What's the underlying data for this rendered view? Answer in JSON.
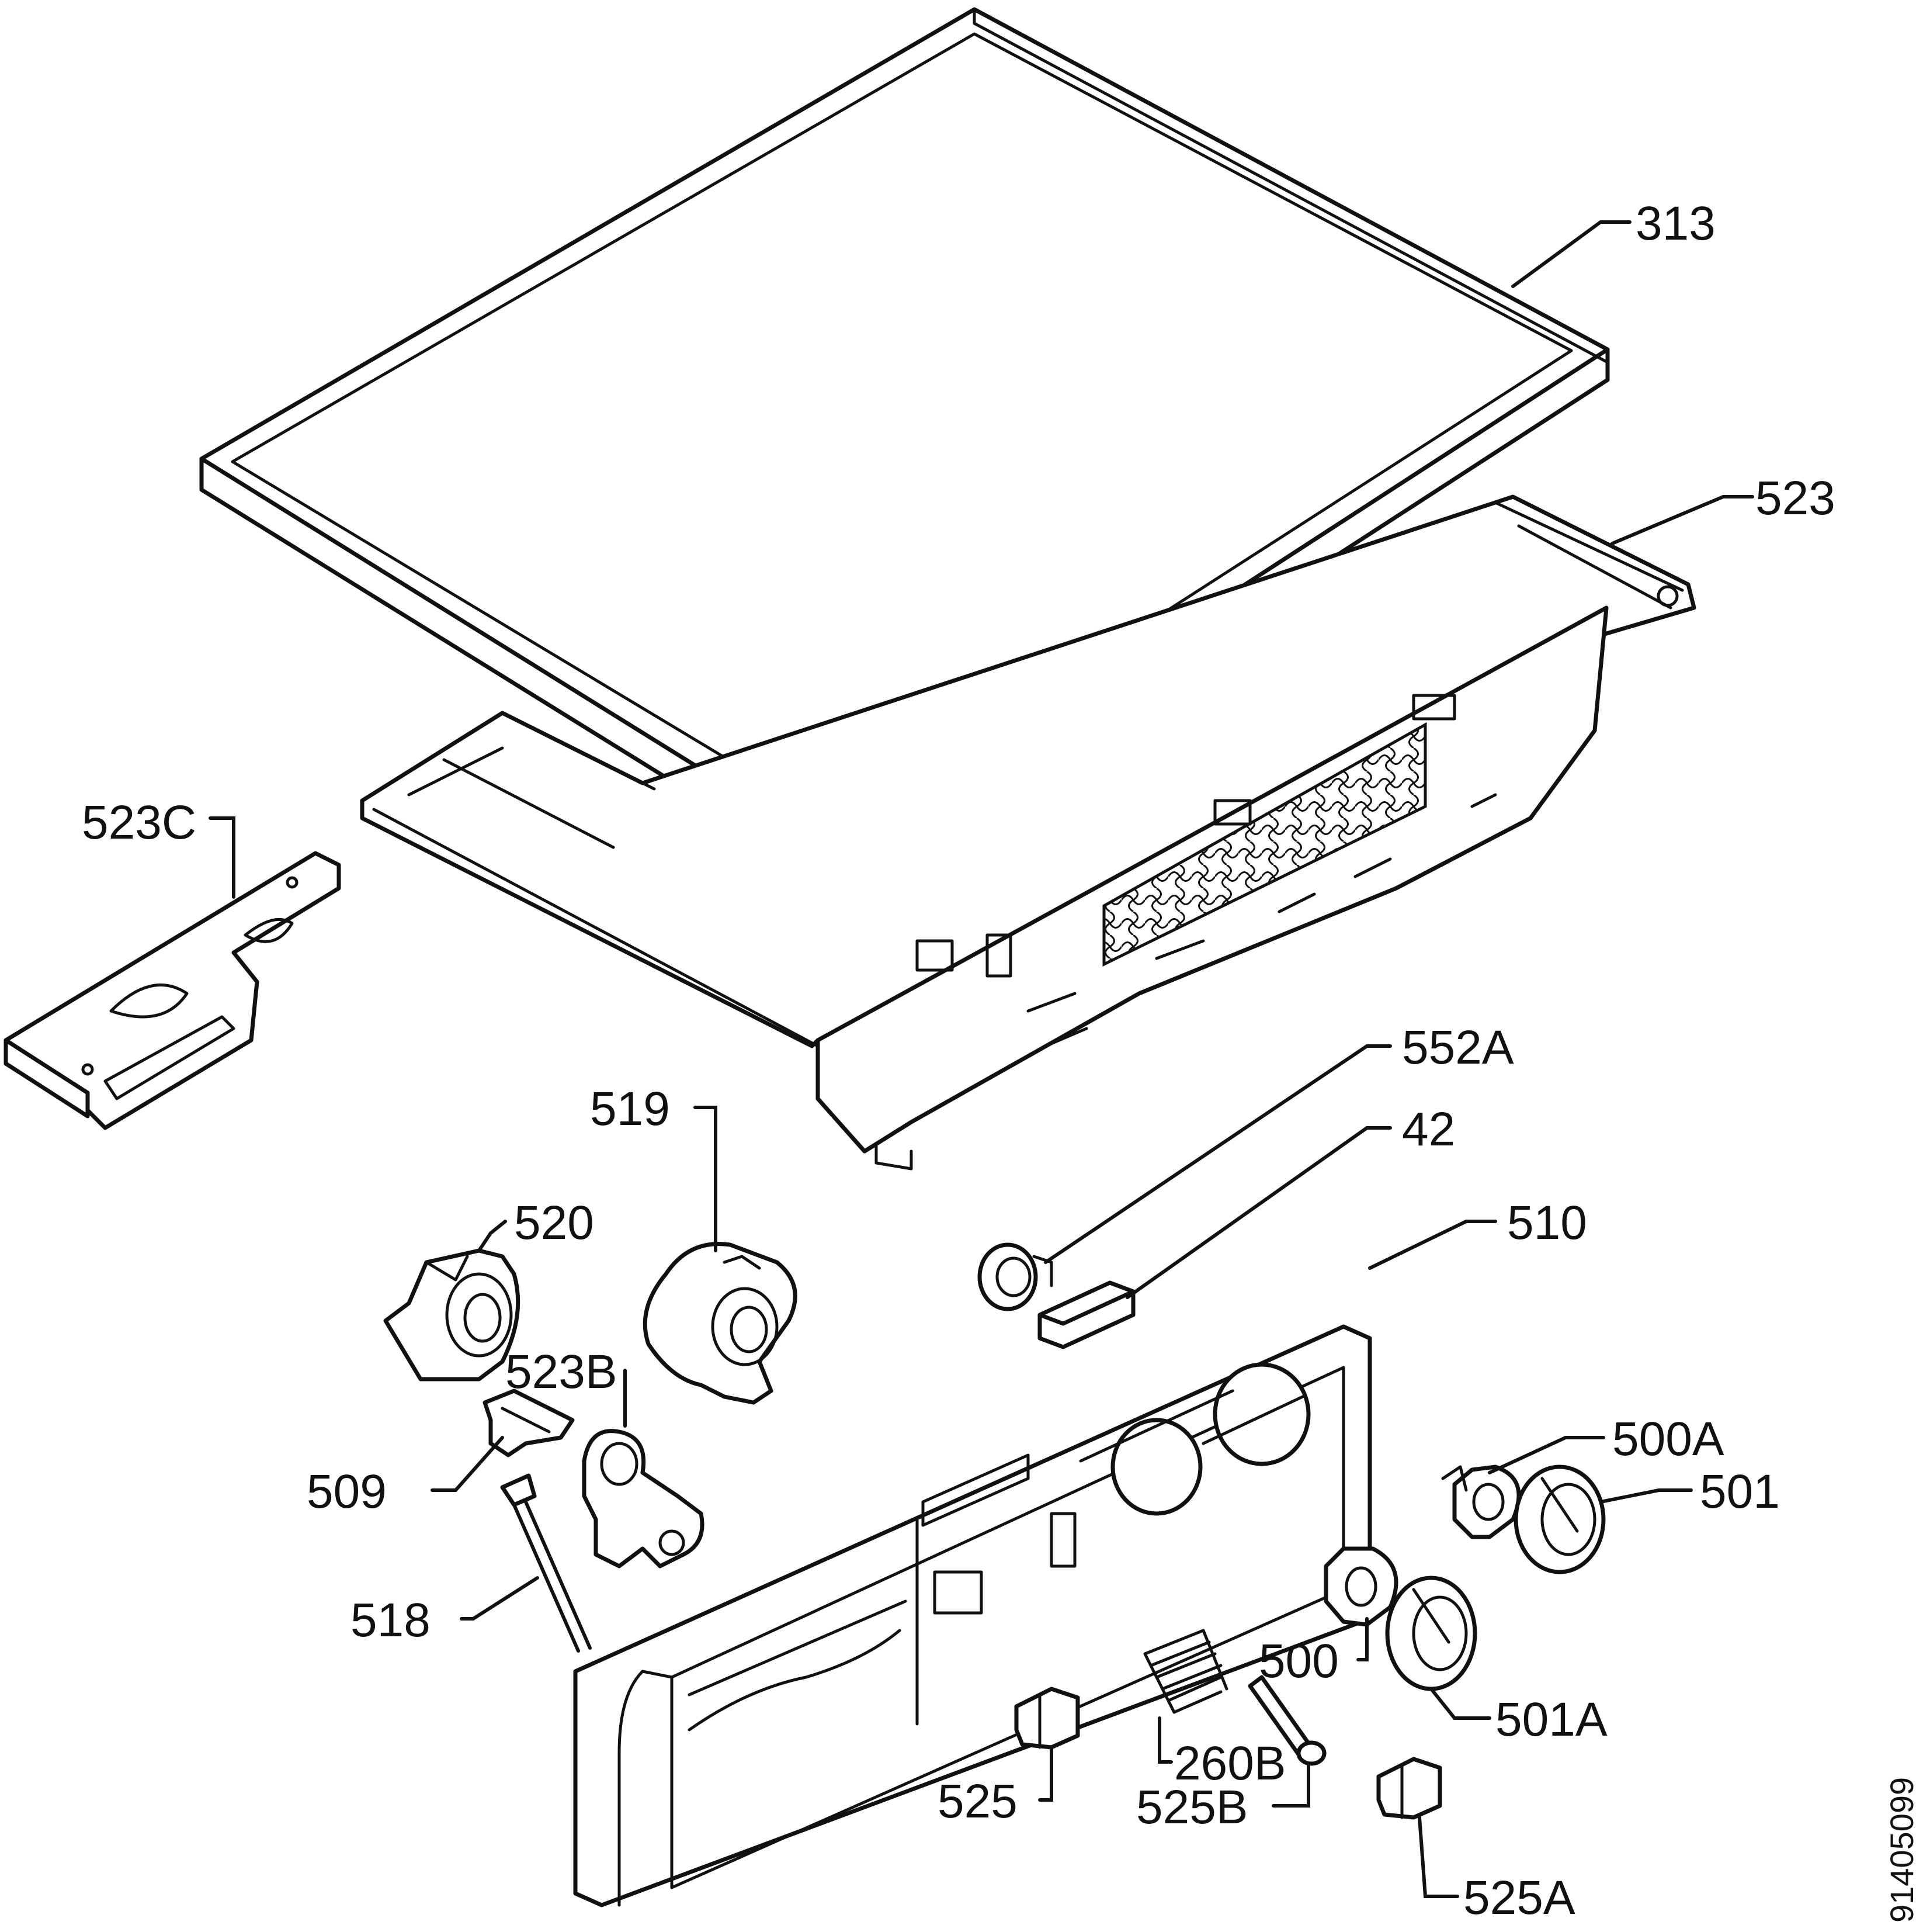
{
  "diagram": {
    "drawing_number": "91405099",
    "labels": {
      "l313": "313",
      "l523": "523",
      "l523C": "523C",
      "l552A": "552A",
      "l42": "42",
      "l519": "519",
      "l520": "520",
      "l510": "510",
      "l523B": "523B",
      "l509": "509",
      "l500A": "500A",
      "l501": "501",
      "l518": "518",
      "l500": "500",
      "l260B": "260B",
      "l501A": "501A",
      "l525": "525",
      "l525B": "525B",
      "l525A": "525A"
    }
  }
}
